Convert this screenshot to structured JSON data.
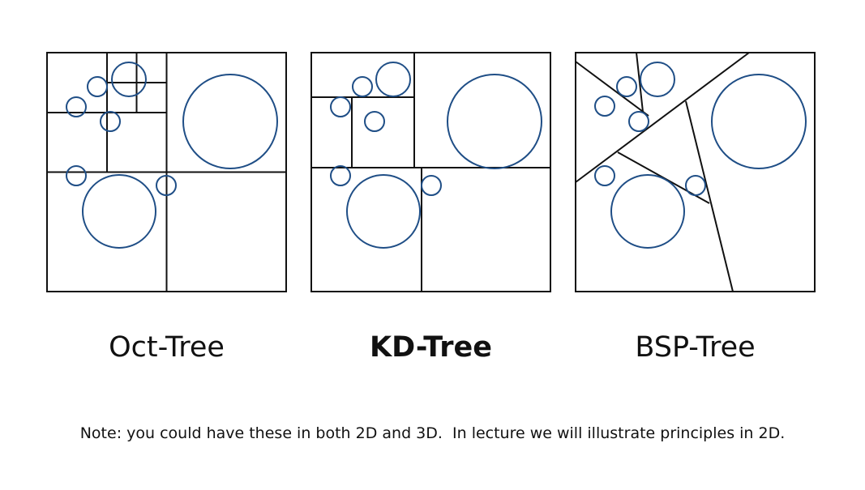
{
  "colors": {
    "circle_stroke": "#1f4e86",
    "line_stroke": "#111111",
    "background": "#ffffff"
  },
  "panels": [
    {
      "id": "oct",
      "caption": "Oct-Tree",
      "caption_bold": false
    },
    {
      "id": "kd",
      "caption": "KD-Tree",
      "caption_bold": true
    },
    {
      "id": "bsp",
      "caption": "BSP-Tree",
      "caption_bold": false
    }
  ],
  "note": "Note: you could have these in both 2D and 3D.  In lecture we will illustrate principles in 2D."
}
